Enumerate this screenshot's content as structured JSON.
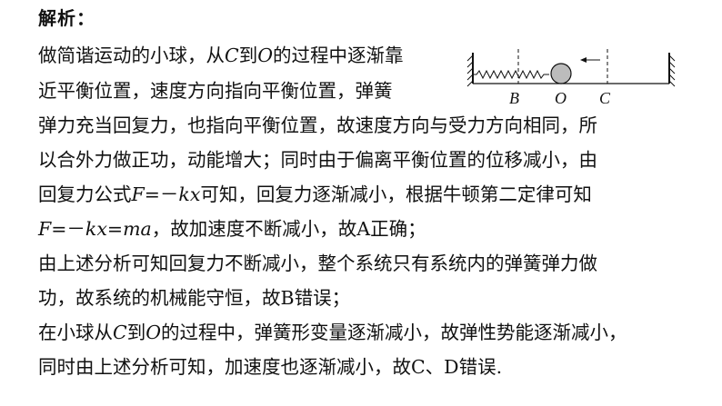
{
  "heading": "解析：",
  "lines": [
    [
      "做简谐运动的小球，从",
      "C",
      "到",
      "O",
      "的过程中逐渐靠"
    ],
    [
      "近平衡位置，速度方向指向平衡位置，弹簧"
    ],
    [
      "弹力充当回复力，也指向平衡位置，故速度方向与受力方向相同，所"
    ],
    [
      "以合外力做正功，动能增大；同时由于偏离平衡位置的位移减小，由"
    ],
    [
      "回复力公式",
      "F",
      "=－",
      "kx",
      "可知，回复力逐渐减小，根据牛顿第二定律可知"
    ],
    [
      "F",
      "=－",
      "kx",
      "=",
      "ma",
      "，故加速度不断减小，故A正确；"
    ],
    [
      "由上述分析可知回复力不断减小，整个系统只有系统内的弹簧弹力做"
    ],
    [
      "功，故系统的机械能守恒，故B错误；"
    ],
    [
      "在小球从",
      "C",
      "到",
      "O",
      "的过程中，弹簧形变量逐渐减小，故弹性势能逐渐减小，"
    ],
    [
      "同时由上述分析可知，加速度也逐渐减小，故C、D错误."
    ]
  ],
  "diagram": {
    "labels": {
      "b": "B",
      "o": "O",
      "c": "C"
    }
  }
}
